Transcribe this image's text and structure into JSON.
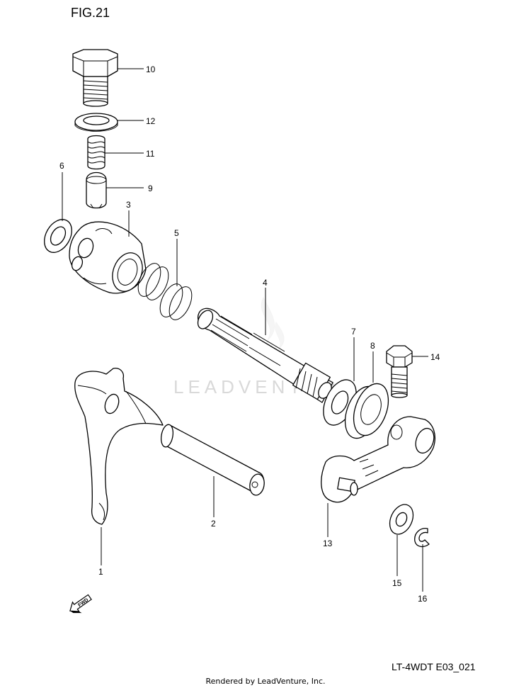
{
  "figure": {
    "title": "FIG.21"
  },
  "watermark": {
    "text": "LEADVENTURE"
  },
  "callouts": [
    {
      "id": "10",
      "label": "10"
    },
    {
      "id": "12",
      "label": "12"
    },
    {
      "id": "11",
      "label": "11"
    },
    {
      "id": "6",
      "label": "6"
    },
    {
      "id": "9",
      "label": "9"
    },
    {
      "id": "3",
      "label": "3"
    },
    {
      "id": "5",
      "label": "5"
    },
    {
      "id": "4",
      "label": "4"
    },
    {
      "id": "7",
      "label": "7"
    },
    {
      "id": "8",
      "label": "8"
    },
    {
      "id": "14",
      "label": "14"
    },
    {
      "id": "2",
      "label": "2"
    },
    {
      "id": "13",
      "label": "13"
    },
    {
      "id": "1",
      "label": "1"
    },
    {
      "id": "15",
      "label": "15"
    },
    {
      "id": "16",
      "label": "16"
    }
  ],
  "fwd_arrow": {
    "label": "FWD"
  },
  "footer": {
    "ref_code": "LT-4WDT E03_021",
    "rendered_by": "Rendered by LeadVenture, Inc."
  }
}
